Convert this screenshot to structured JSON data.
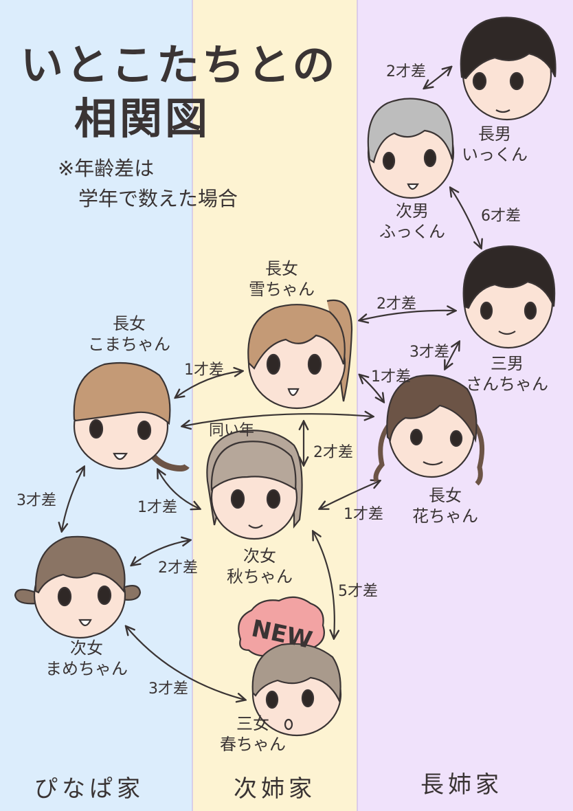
{
  "title": [
    "いとこたちとの",
    "相関図"
  ],
  "note": [
    "※年齢差は",
    "学年で数えた場合"
  ],
  "colors": {
    "left_bg": "#dcedfc",
    "mid_bg": "#fdf3d2",
    "right_bg": "#f0e2fb",
    "divider": "#c9b8e8",
    "skin": "#fbe3d6",
    "ink": "#3a3434",
    "hair_black": "#2f2826",
    "hair_gray": "#bdbdbd",
    "hair_light_brown": "#c49a76",
    "hair_ash": "#b6a79a",
    "hair_dark_brown": "#6c5446",
    "hair_gray_brown": "#a99a8c",
    "new_bun": "#f2a3a3"
  },
  "houses": {
    "left": "ぴなぱ家",
    "middle": "次姉家",
    "right": "長姉家"
  },
  "people": {
    "ichi": {
      "role": "長男",
      "name": "いっくん"
    },
    "fu": {
      "role": "次男",
      "name": "ふっくん"
    },
    "san": {
      "role": "三男",
      "name": "さんちゃん"
    },
    "hana": {
      "role": "長女",
      "name": "花ちゃん"
    },
    "yuki": {
      "role": "長女",
      "name": "雪ちゃん"
    },
    "aki": {
      "role": "次女",
      "name": "秋ちゃん"
    },
    "haru": {
      "role": "三女",
      "name": "春ちゃん"
    },
    "koma": {
      "role": "長女",
      "name": "こまちゃん"
    },
    "mame": {
      "role": "次女",
      "name": "まめちゃん"
    }
  },
  "new_badge": "NEW",
  "relations": {
    "ichi_fu": "2才差",
    "fu_san": "6才差",
    "yuki_san": "2才差",
    "san_hana": "3才差",
    "yuki_hana": "1才差",
    "koma_yuki": "1才差",
    "koma_hana": "同い年",
    "yuki_aki": "2才差",
    "aki_hana": "1才差",
    "koma_aki": "1才差",
    "koma_mame": "3才差",
    "mame_aki": "2才差",
    "aki_haru": "5才差",
    "mame_haru": "3才差"
  }
}
